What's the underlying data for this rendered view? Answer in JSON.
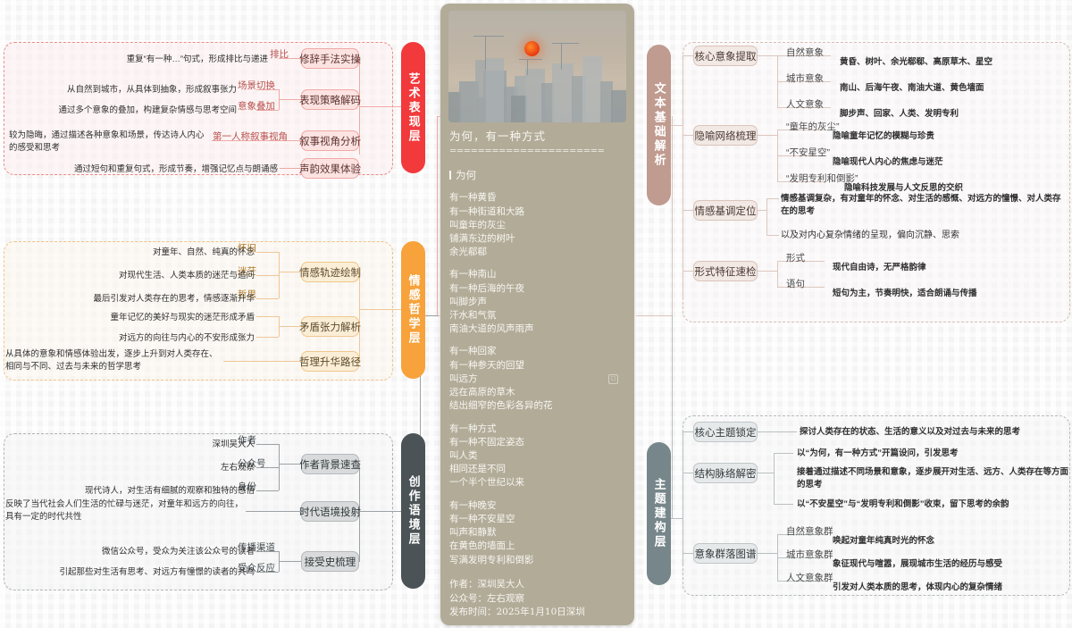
{
  "card": {
    "image_alt": "city-skyline-sunset",
    "title": "为何，有一种方式",
    "rule": "======================",
    "section": "为何",
    "stanzas": [
      [
        "有一种黄昏",
        "有一种街道和大路",
        "叫童年的灰尘",
        "铺满东边的树叶",
        "余光郗郗"
      ],
      [
        "有一种南山",
        "有一种后海的午夜",
        "叫脚步声",
        "汗水和气氛",
        "南油大道的风声雨声"
      ],
      [
        "有一种回家",
        "有一种参天的回望",
        "叫远方",
        "远在高原的草木",
        "结出细窄的色彩各异的花"
      ],
      [
        "有一种方式",
        "有一种不固定姿态",
        "叫人类",
        "相同还是不同",
        "一个半个世纪以来"
      ],
      [
        "有一种晚安",
        "有一种不安星空",
        "叫声和静默",
        "在黄色的墙面上",
        "写满发明专利和倒影"
      ]
    ],
    "meta": {
      "author": "作者：深圳吴大人",
      "account": "公众号：左右观察",
      "published": "发布时间：2025年1月10日深圳"
    }
  },
  "colors": {
    "art": "#f2393c",
    "emotion": "#f7a23b",
    "context": "#4b5356",
    "textbase": "#c09b90",
    "theme": "#77868a"
  },
  "branches": {
    "art": {
      "spine": "艺术表现层",
      "nodes": [
        {
          "title": "修辞手法实操",
          "leaves": [
            {
              "label": "排比",
              "desc": "重复“有一种…”句式，形成排比与递进"
            }
          ]
        },
        {
          "title": "表现策略解码",
          "leaves": [
            {
              "label": "场景切换",
              "desc": "从自然到城市，从具体到抽象，形成叙事张力"
            },
            {
              "label": "意象叠加",
              "desc": "通过多个意象的叠加，构建复杂情感与思考空间"
            }
          ]
        },
        {
          "title": "叙事视角分析",
          "leaves": [
            {
              "label": "第一人称叙事视角",
              "desc": "较为隐晦，通过描述各种意象和场景，传达诗人内心的感受和思考"
            }
          ]
        },
        {
          "title": "声韵效果体验",
          "leaves": [
            {
              "label": "",
              "desc": "通过短句和重复句式，形成节奏，增强记忆点与朗诵感"
            }
          ]
        }
      ]
    },
    "emotion": {
      "spine": "情感哲学层",
      "nodes": [
        {
          "title": "情感轨迹绘制",
          "leaves": [
            {
              "label": "怀旧",
              "desc": "对童年、自然、纯真的怀念"
            },
            {
              "label": "迷茫",
              "desc": "对现代生活、人类本质的迷茫与追问"
            },
            {
              "label": "哲思",
              "desc": "最后引发对人类存在的思考，情感逐渐升华"
            }
          ]
        },
        {
          "title": "矛盾张力解析",
          "leaves": [
            {
              "label": "",
              "desc": "童年记忆的美好与现实的迷茫形成矛盾"
            },
            {
              "label": "",
              "desc": "对远方的向往与内心的不安形成张力"
            }
          ]
        },
        {
          "title": "哲理升华路径",
          "leaves": [
            {
              "label": "",
              "desc": "从具体的意象和情感体验出发，逐步上升到对人类存在、相同与不同、过去与未来的哲学思考"
            }
          ]
        }
      ]
    },
    "context": {
      "spine": "创作语境层",
      "nodes": [
        {
          "title": "作者背景速查",
          "leaves": [
            {
              "label": "作者",
              "desc": "深圳吴大人"
            },
            {
              "label": "公众号",
              "desc": "左右观察"
            },
            {
              "label": "身份",
              "desc": "现代诗人，对生活有细腻的观察和独特的感悟"
            }
          ]
        },
        {
          "title": "时代语境投射",
          "leaves": [
            {
              "label": "",
              "desc": "反映了当代社会人们生活的忙碌与迷茫，对童年和远方的向往，具有一定的时代共性"
            }
          ]
        },
        {
          "title": "接受史梳理",
          "leaves": [
            {
              "label": "传播渠道",
              "desc": "微信公众号，受众为关注该公众号的读者"
            },
            {
              "label": "受众反应",
              "desc": "引起那些对生活有思考、对远方有憧憬的读者的共鸣"
            }
          ]
        }
      ]
    },
    "textbase": {
      "spine": "文本基础解析",
      "nodes": [
        {
          "title": "核心意象提取",
          "leaves": [
            {
              "label": "自然意象",
              "desc": "黄昏、树叶、余光郗郗、高原草木、星空"
            },
            {
              "label": "城市意象",
              "desc": "南山、后海午夜、南油大道、黄色墙面"
            },
            {
              "label": "人文意象",
              "desc": "脚步声、回家、人类、发明专利"
            }
          ]
        },
        {
          "title": "隐喻网络梳理",
          "leaves": [
            {
              "label": "“童年的灰尘”",
              "desc": "隐喻童年记忆的模糊与珍贵"
            },
            {
              "label": "“不安星空”",
              "desc": "隐喻现代人内心的焦虑与迷茫"
            },
            {
              "label": "“发明专利和倒影”",
              "desc": "隐喻科技发展与人文反思的交织"
            }
          ]
        },
        {
          "title": "情感基调定位",
          "leaves": [
            {
              "label": "",
              "desc": "情感基调复杂，有对童年的怀念、对生活的感慨、对远方的憧憬、对人类存在的思考"
            },
            {
              "label": "",
              "desc": "以及对内心复杂情绪的呈现，偏向沉静、思索"
            }
          ]
        },
        {
          "title": "形式特征速检",
          "leaves": [
            {
              "label": "形式",
              "desc": "现代自由诗，无严格韵律"
            },
            {
              "label": "语句",
              "desc": "短句为主，节奏明快，适合朗诵与传播"
            }
          ]
        }
      ]
    },
    "theme": {
      "spine": "主题建构层",
      "nodes": [
        {
          "title": "核心主题锁定",
          "leaves": [
            {
              "label": "",
              "desc": "探讨人类存在的状态、生活的意义以及对过去与未来的思考"
            }
          ]
        },
        {
          "title": "结构脉络解密",
          "leaves": [
            {
              "label": "",
              "desc": "以“为何，有一种方式”开篇设问，引发思考"
            },
            {
              "label": "",
              "desc": "接着通过描述不同场景和意象，逐步展开对生活、远方、人类存在等方面的思考"
            },
            {
              "label": "",
              "desc": "以“不安星空”与“发明专利和倒影”收束，留下思考的余韵"
            }
          ]
        },
        {
          "title": "意象群落图谱",
          "leaves": [
            {
              "label": "自然意象群",
              "desc": "唤起对童年纯真时光的怀念"
            },
            {
              "label": "城市意象群",
              "desc": "象征现代与喧嚣，展现城市生活的经历与感受"
            },
            {
              "label": "人文意象群",
              "desc": "引发对人类本质的思考，体现内心的复杂情绪"
            }
          ]
        }
      ]
    }
  }
}
